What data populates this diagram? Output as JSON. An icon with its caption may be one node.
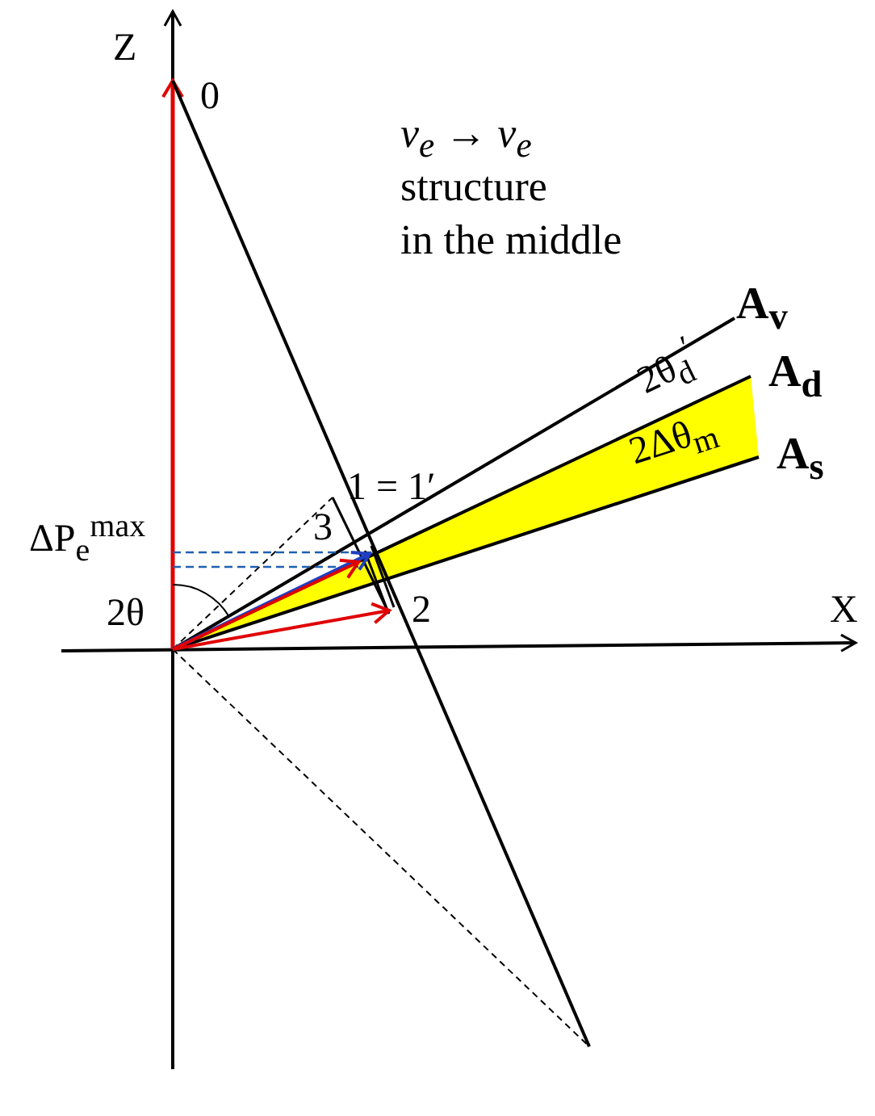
{
  "diagram": {
    "labels": [
      "Z",
      "0",
      "ν$_{e}$ → ν$_{e}$",
      "structure",
      "in the middle",
      "**A$_{v}$**",
      "2θ$_{d}$$^{′}$",
      "**A$_{d}$**",
      "2Δθ$_{m}$",
      "**A$_{s}$**",
      "1 = 1′",
      "3",
      "ΔP$_{e}$$^{max}$",
      "2θ",
      "2",
      "X"
    ]
  }
}
